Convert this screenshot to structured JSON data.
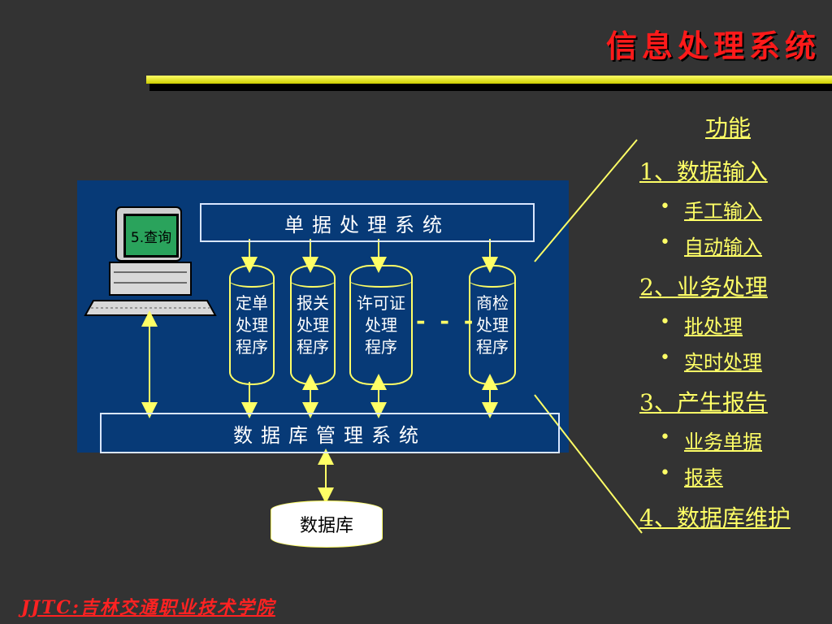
{
  "slide": {
    "title": "信息处理系统",
    "footer": "JJTC:吉林交通职业技术学院"
  },
  "diagram": {
    "top_box": "单据处理系统",
    "bottom_box": "数据库管理系统",
    "monitor_label": "5.查询",
    "cylinders": [
      "定单\n处理\n程序",
      "报关\n处理\n程序",
      "许可证\n处理\n程序",
      "商检\n处理\n程序"
    ],
    "ellipsis": "- - -",
    "database": "数据库"
  },
  "functions": {
    "heading": "功能",
    "groups": [
      {
        "label": "1、数据输入",
        "items": [
          "手工输入",
          "自动输入"
        ]
      },
      {
        "label": "2、业务处理",
        "items": [
          "批处理",
          "实时处理"
        ]
      },
      {
        "label": "3、产生报告",
        "items": [
          "业务单据",
          "报表"
        ]
      },
      {
        "label": "4、数据库维护",
        "items": []
      }
    ]
  },
  "colors": {
    "background": "#333333",
    "title": "#ff1a1a",
    "accent": "#ffff66",
    "diagram_bg": "#073a77"
  }
}
